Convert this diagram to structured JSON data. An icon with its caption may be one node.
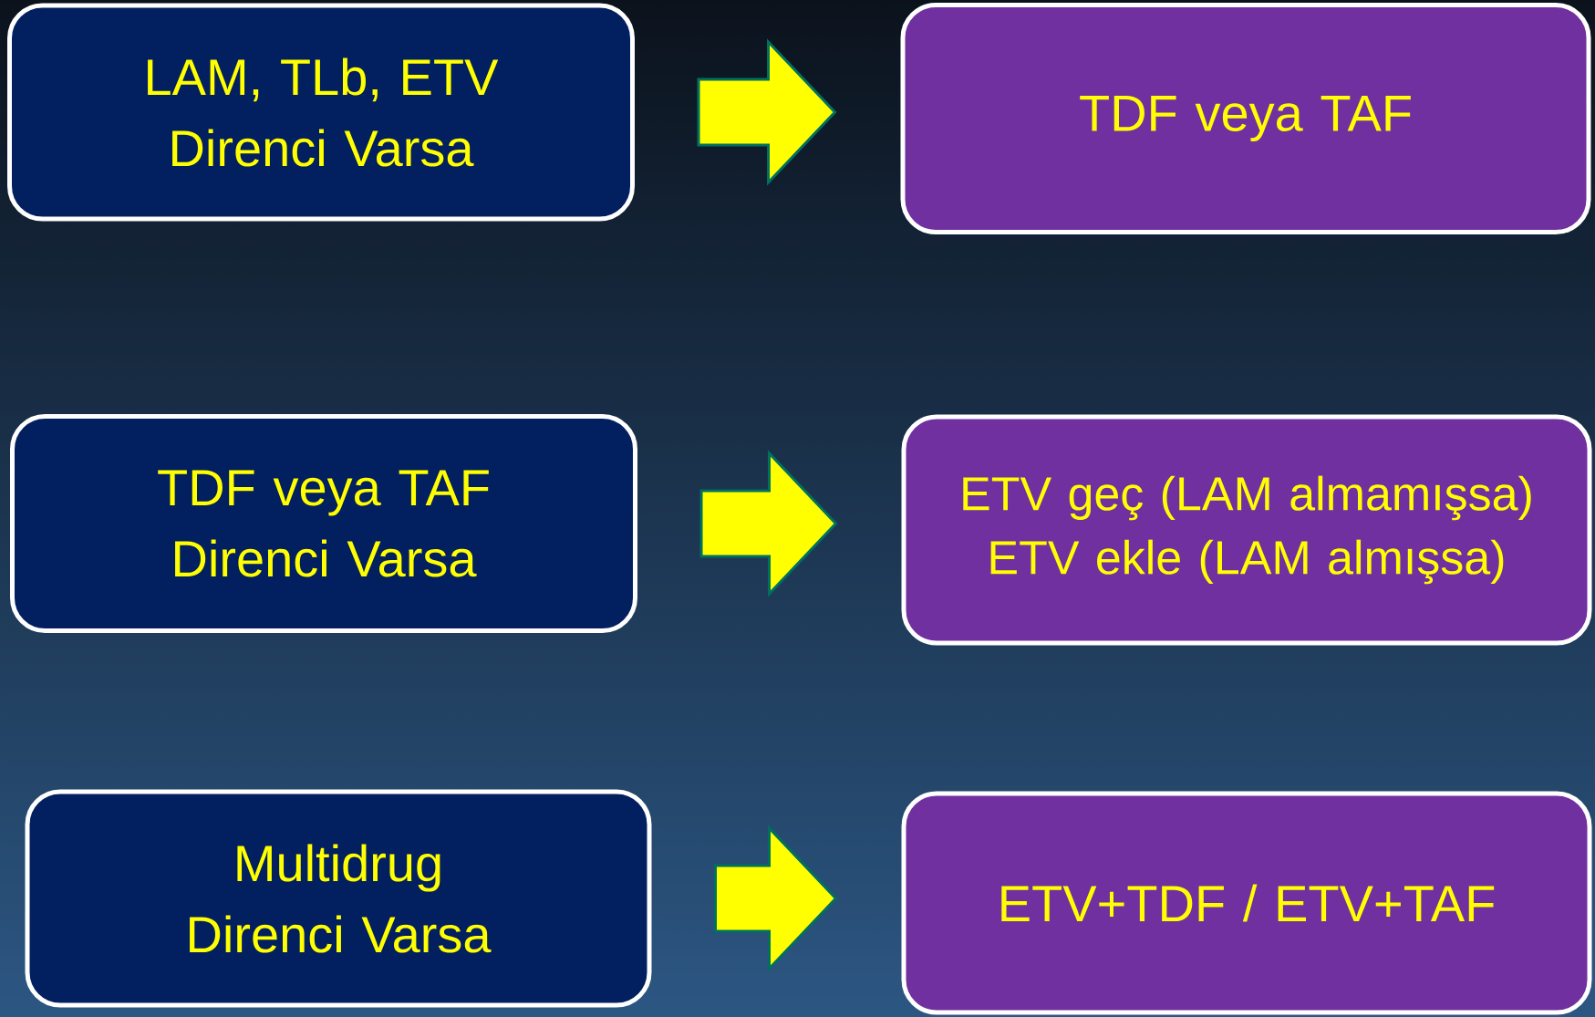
{
  "diagram": {
    "nodes": [
      {
        "text": [
          "LAM, TLb, ETV Direnci Varsa"
        ]
      },
      {
        "text": [
          "TDF veya TAF"
        ]
      },
      {
        "text": [
          "TDF veya TAF Direnci Varsa"
        ]
      },
      {
        "text": [
          "ETV geç (LAM almamışsa)",
          "ETV ekle (LAM almışsa)"
        ]
      },
      {
        "text": [
          "Multidrug Direnci Varsa"
        ]
      },
      {
        "text": [
          "ETV+TDF / ETV+TAF"
        ]
      }
    ],
    "edges": [
      {
        "from": 0,
        "to": 1,
        "arrow": "to"
      },
      {
        "from": 2,
        "to": 3,
        "arrow": "to"
      },
      {
        "from": 4,
        "to": 5,
        "arrow": "to"
      }
    ]
  }
}
